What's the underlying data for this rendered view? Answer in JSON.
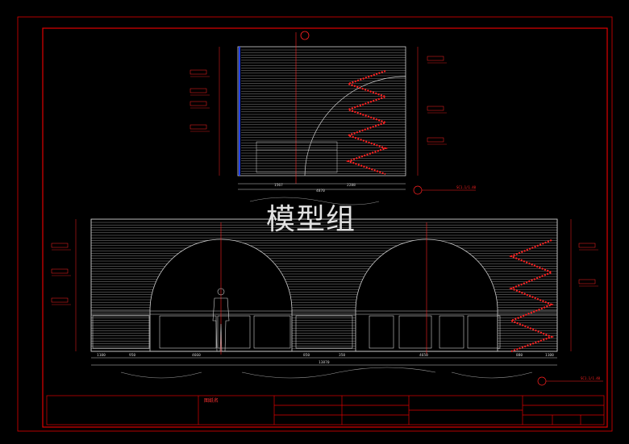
{
  "watermark": "模型组",
  "colors": {
    "background": "#000000",
    "frame": "#e00000",
    "linework": "#c8c8c8",
    "annotation": "#ff2020",
    "wall_blue": "#2040ff"
  },
  "top_elevation": {
    "dims_bottom": [
      "1567",
      "2288"
    ],
    "total": "4870",
    "tag": "SC1.1/1.40"
  },
  "bottom_elevation": {
    "dims_bottom": [
      "1100",
      "950",
      "4660",
      "850",
      "350",
      "4650",
      "880",
      "1100"
    ],
    "total": "13870",
    "tag": "SC1.1/1.40"
  },
  "title_block": {
    "drawing_label": "图纸名"
  }
}
